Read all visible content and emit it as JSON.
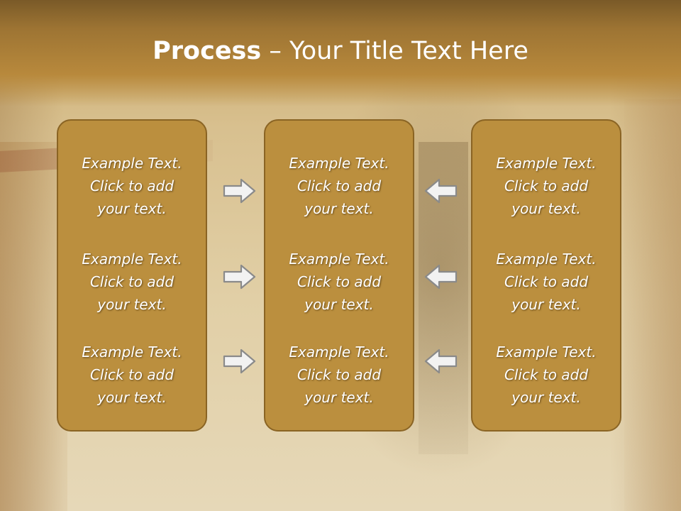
{
  "slide": {
    "title_bold": "Process",
    "title_rest": " – Your Title Text Here"
  },
  "columns": [
    {
      "items": [
        "Example Text.\nClick  to add\nyour text.",
        "Example Text.\nClick  to add\nyour text.",
        "Example Text.\nClick  to add\nyour text."
      ]
    },
    {
      "items": [
        "Example Text.\nClick  to add\nyour text.",
        "Example Text.\nClick  to add\nyour text.",
        "Example Text.\nClick  to add\nyour text."
      ]
    },
    {
      "items": [
        "Example Text.\nClick  to add\nyour text.",
        "Example Text.\nClick  to add\nyour text.",
        "Example Text.\nClick  to add\nyour text."
      ]
    }
  ],
  "arrows": {
    "left_set": "arrow-right-icon",
    "right_set": "arrow-left-icon"
  },
  "colors": {
    "box_fill": "#bb8f3e",
    "box_border": "#8a6424",
    "title_band": "#9d7433",
    "text": "#ffffff"
  }
}
